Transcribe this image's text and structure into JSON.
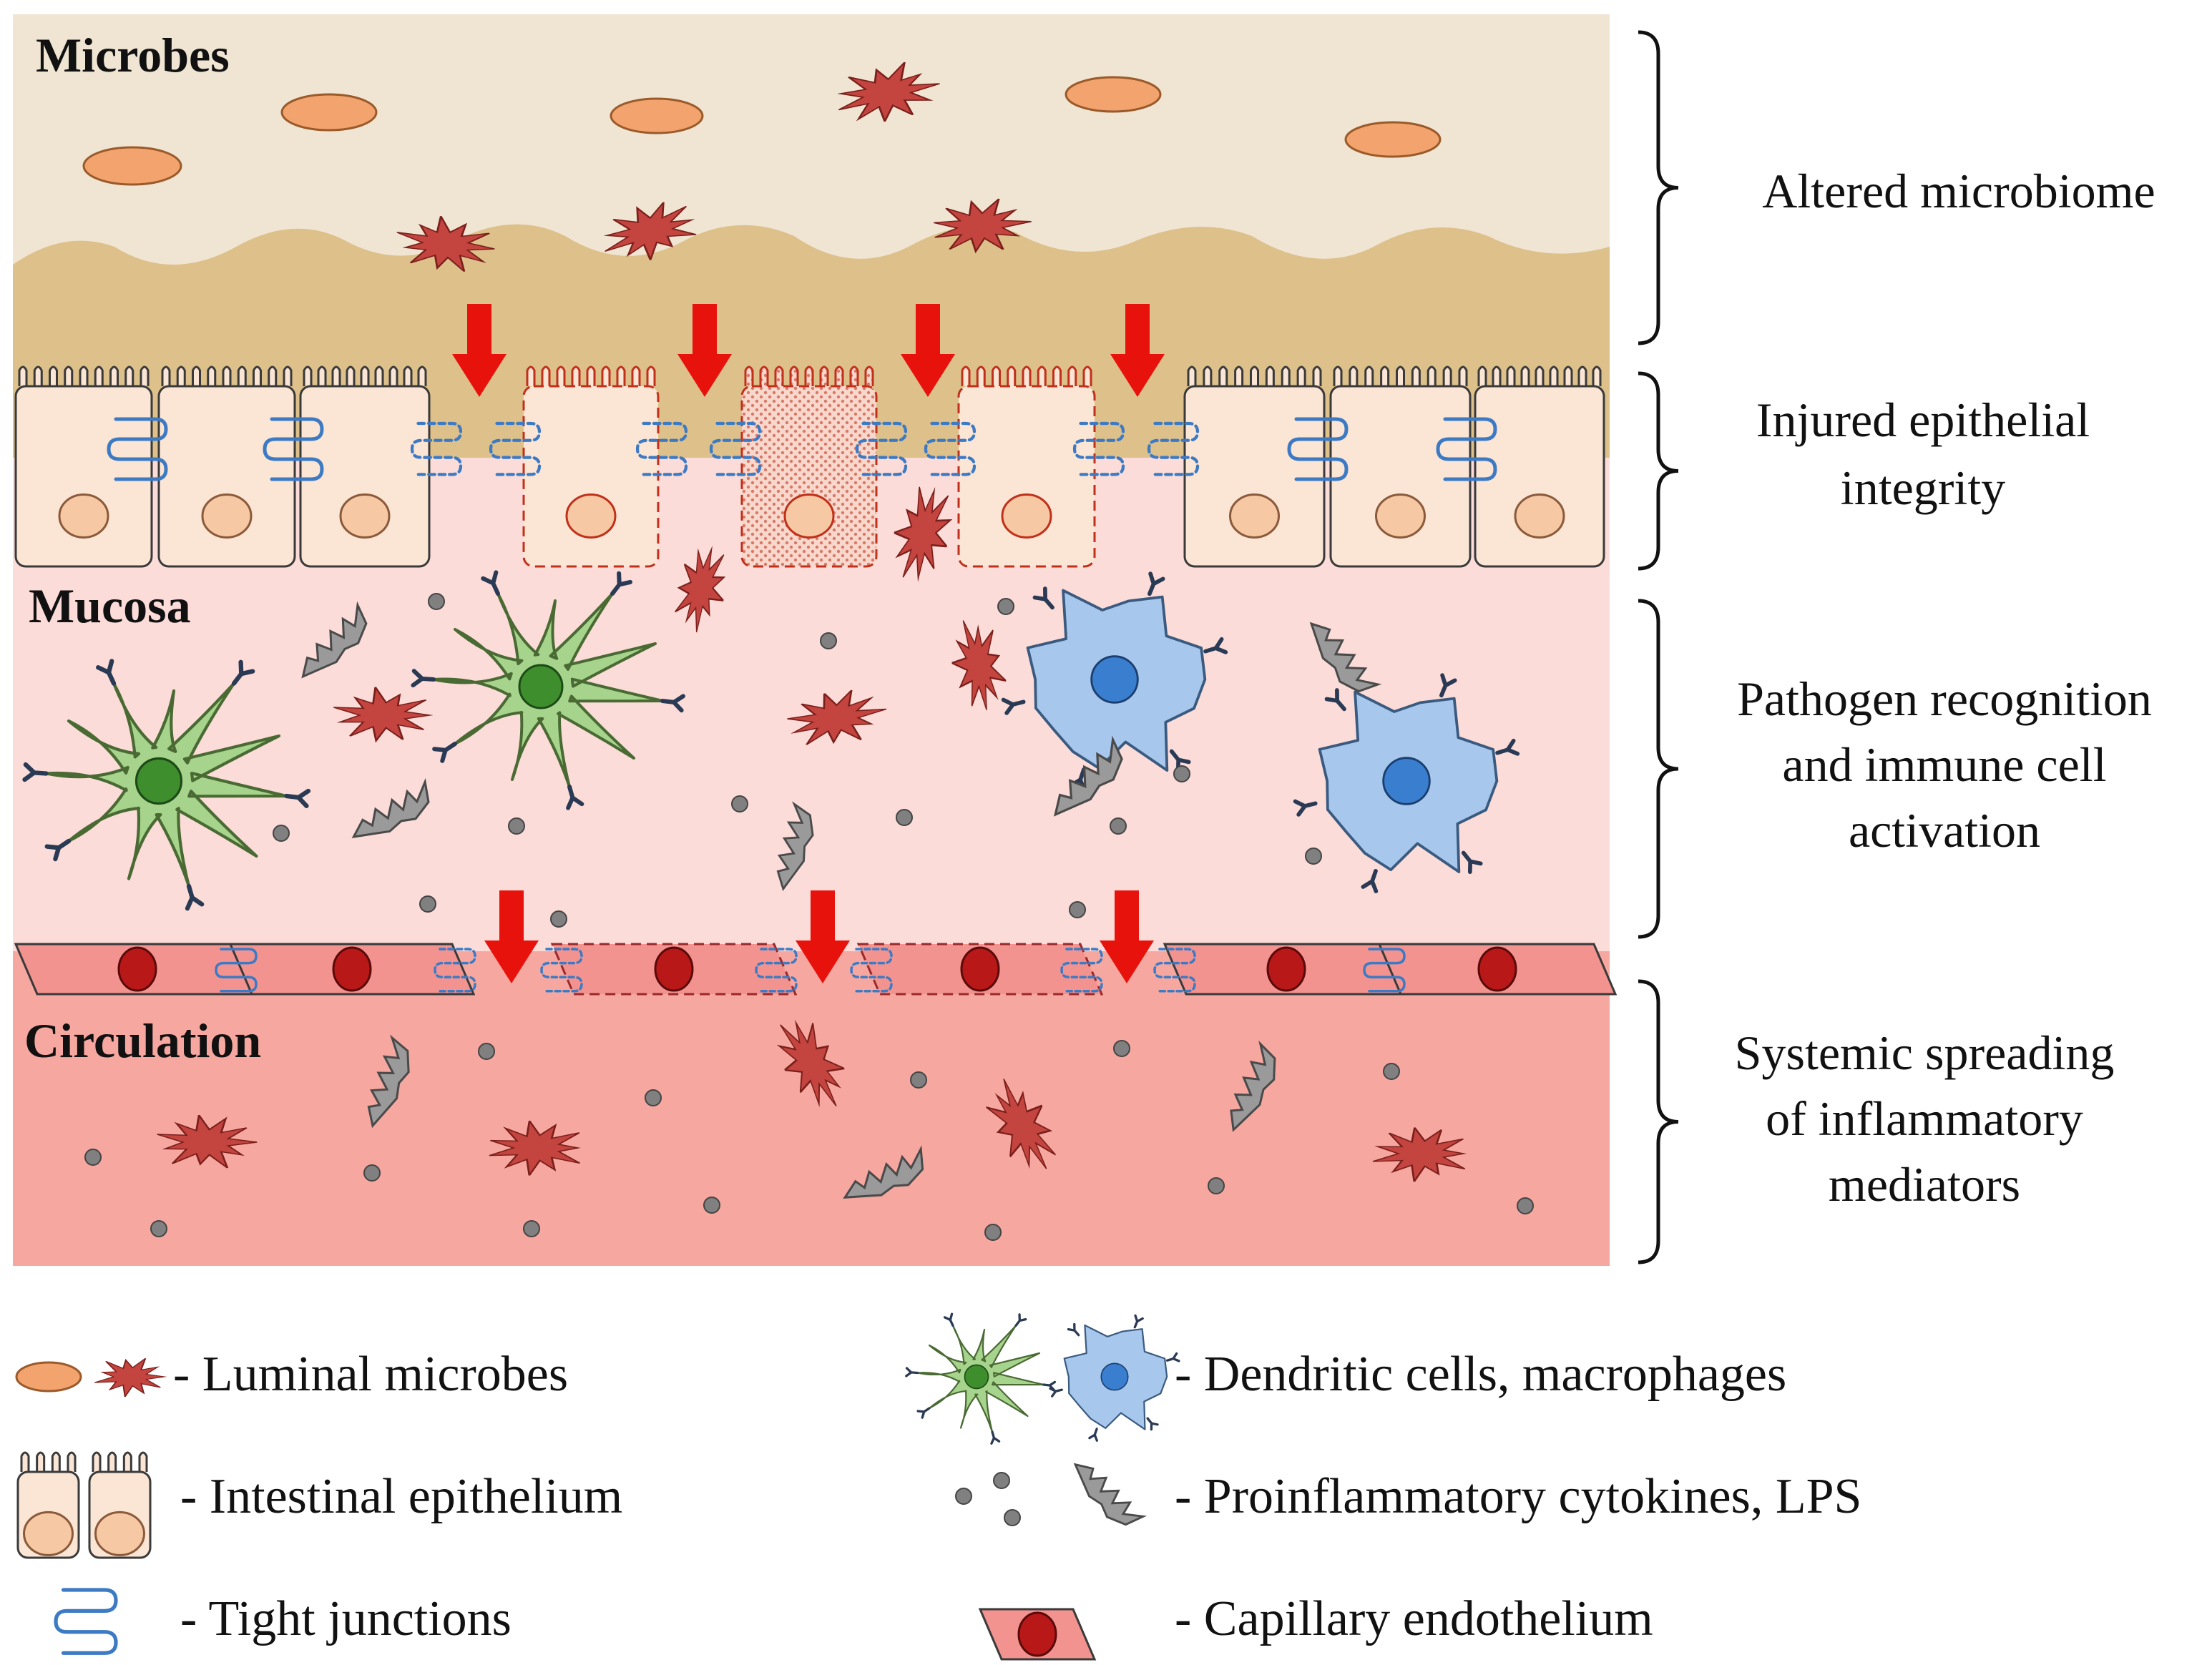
{
  "zones": {
    "microbes": "Microbes",
    "mucosa": "Mucosa",
    "circulation": "Circulation"
  },
  "stages": [
    {
      "lines": [
        "Altered microbiome"
      ]
    },
    {
      "lines": [
        "Injured epithelial",
        "integrity"
      ]
    },
    {
      "lines": [
        "Pathogen recognition",
        "and immune cell",
        "activation"
      ]
    },
    {
      "lines": [
        "Systemic spreading",
        "of inflammatory",
        "mediators"
      ]
    }
  ],
  "legend": {
    "luminal_microbes": "- Luminal microbes",
    "intestinal_epithelium": "- Intestinal epithelium",
    "tight_junctions": "- Tight junctions",
    "immune_cells": "- Dendritic cells, macrophages",
    "cytokines": "- Proinflammatory cytokines, LPS",
    "capillary": "- Capillary endothelium"
  },
  "colors": {
    "lumen": "#f0e5d3",
    "mucus": "#ddc08a",
    "mucosa": "#fbdcd8",
    "circulation": "#f6a8a0",
    "microbe_oval": "#f2a36e",
    "microbe_spiky": "#c4443f",
    "epithelial_cell": "#fbe5d5",
    "tight_junction": "#3d7ac4",
    "dendritic_cell": "#a7d48c",
    "macrophage": "#a7c8ec",
    "cytokine": "#808080",
    "endothelium": "#f39390",
    "nucleus_red": "#b81818",
    "arrow": "#e8120c"
  }
}
